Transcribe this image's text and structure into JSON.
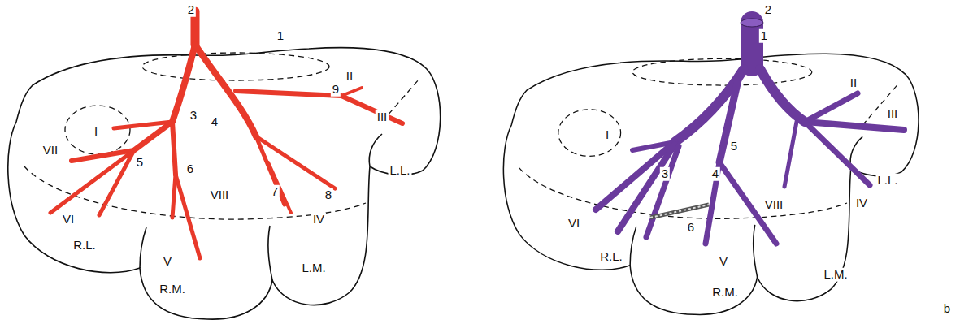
{
  "diagram": {
    "labels": [
      "1",
      "2",
      "3",
      "4",
      "5",
      "6",
      "7",
      "8",
      "9",
      "I",
      "II",
      "III",
      "VII",
      "VIII",
      "IV",
      "VI",
      "V",
      "R.L.",
      "R.M.",
      "L.M.",
      "L.L.",
      "1",
      "2",
      "3",
      "4",
      "5",
      "6",
      "I",
      "II",
      "III",
      "VI",
      "V",
      "VIII",
      "IV",
      "R.L.",
      "R.M.",
      "L.M.",
      "L.L.",
      "b"
    ]
  }
}
